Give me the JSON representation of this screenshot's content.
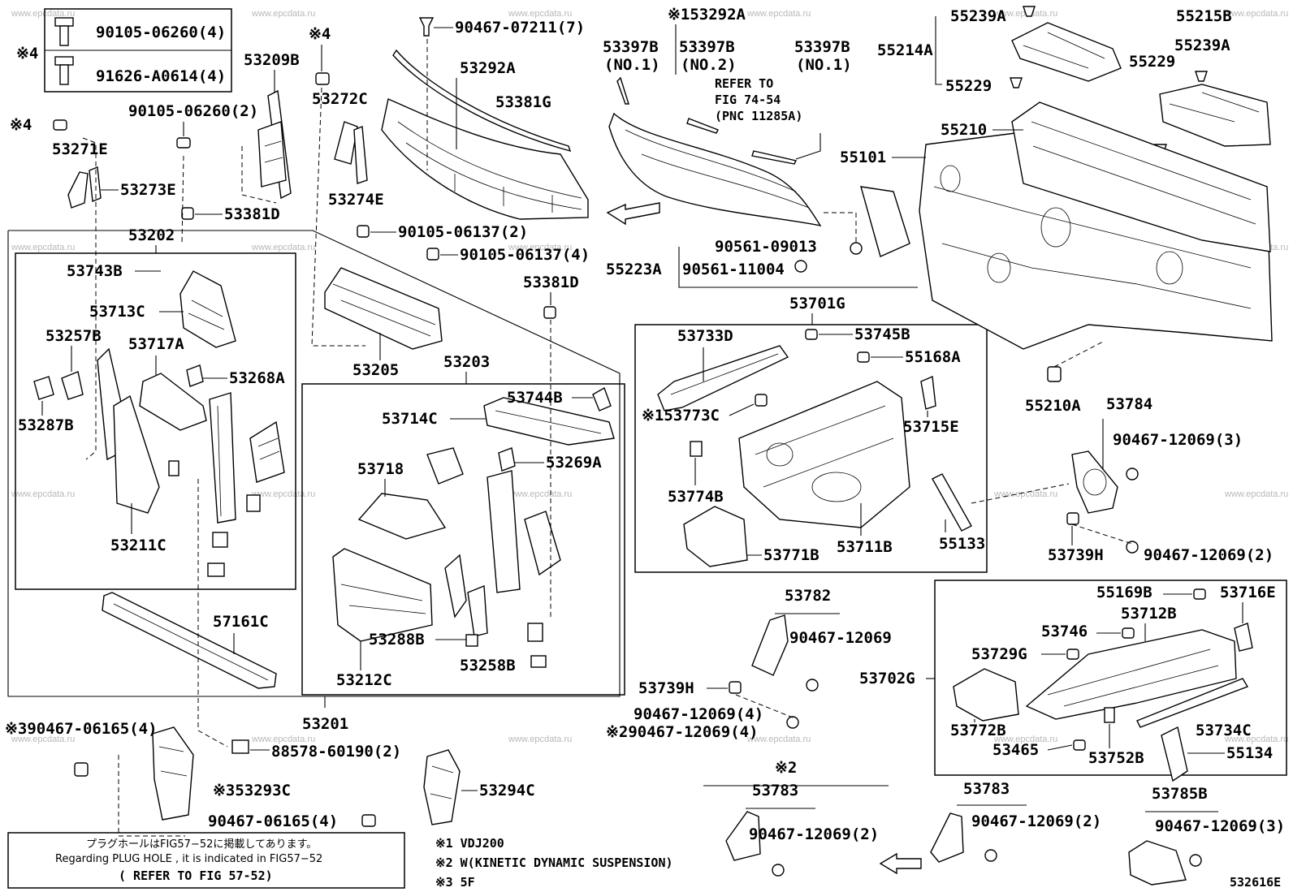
{
  "watermark": "www.epcdata.ru",
  "diagram_code": "532616E",
  "notes": {
    "line1": "プラグホールはFIG57−52に掲載してあります。",
    "line2": "Regarding PLUG HOLE , it is indicated in FIG57−52",
    "line3": "( REFER TO FIG 57-52)"
  },
  "footnotes": {
    "n1": "※1 VDJ200",
    "n2": "※2 W(KINETIC DYNAMIC SUSPENSION)",
    "n3": "※3 5F"
  },
  "legend": {
    "mark": "※4",
    "row1": "90105-06260(4)",
    "row2": "91626-A0614(4)"
  },
  "refer": {
    "line1": "REFER TO",
    "line2": "FIG 74-54",
    "line3": "(PNC 11285A)"
  },
  "labels": {
    "p53209B": "53209B",
    "p4a": "※4",
    "p90105_06260_2": "90105-06260(2)",
    "p4b": "※4",
    "p53271E": "53271E",
    "p53273E": "53273E",
    "p53381D_a": "53381D",
    "p53272C": "53272C",
    "p53274E": "53274E",
    "p90467_07211": "90467-07211(7)",
    "p53292A": "53292A",
    "p53381G": "53381G",
    "p153292A": "※153292A",
    "p53397B_1": "53397B",
    "p53397B_1n": "(NO.1)",
    "p53397B_2": "53397B",
    "p53397B_2n": "(NO.2)",
    "p53397B_3": "53397B",
    "p53397B_3n": "(NO.1)",
    "p55239A_a": "55239A",
    "p55214A": "55214A",
    "p55229_a": "55229",
    "p55215B": "55215B",
    "p55239A_b": "55239A",
    "p55229_b": "55229",
    "p55210": "55210",
    "p55101": "55101",
    "p90561_09013": "90561-09013",
    "p55223A": "55223A",
    "p90561_11004": "90561-11004",
    "p90105_06137_2": "90105-06137(2)",
    "p90105_06137_4": "90105-06137(4)",
    "p53202": "53202",
    "p53743B": "53743B",
    "p53713C": "53713C",
    "p53257B": "53257B",
    "p53717A": "53717A",
    "p53268A": "53268A",
    "p53287B": "53287B",
    "p53211C": "53211C",
    "p53205": "53205",
    "p53203": "53203",
    "p53381D_b": "53381D",
    "p53744B": "53744B",
    "p53714C": "53714C",
    "p53718": "53718",
    "p53269A": "53269A",
    "p53288B": "53288B",
    "p53258B": "53258B",
    "p53212C": "53212C",
    "p53701G": "53701G",
    "p53733D": "53733D",
    "p53745B": "53745B",
    "p55168A": "55168A",
    "p153773C": "※153773C",
    "p53715E": "53715E",
    "p53774B": "53774B",
    "p53771B": "53771B",
    "p53711B": "53711B",
    "p55133": "55133",
    "p55210A": "55210A",
    "p53784": "53784",
    "p90467_12069_3a": "90467-12069(3)",
    "p53739H_a": "53739H",
    "p90467_12069_2a": "90467-12069(2)",
    "p57161C": "57161C",
    "p53201": "53201",
    "p53782": "53782",
    "p90467_12069": "90467-12069",
    "p53739H_b": "53739H",
    "p90467_12069_4a": "90467-12069(4)",
    "p290467_12069_4": "※290467-12069(4)",
    "p390467_06165_4": "※390467-06165(4)",
    "p88578_60190": "88578-60190(2)",
    "p353293C": "※353293C",
    "p53294C": "53294C",
    "p90467_06165_4": "90467-06165(4)",
    "p55169B": "55169B",
    "p53716E": "53716E",
    "p53712B": "53712B",
    "p53746": "53746",
    "p53729G": "53729G",
    "p53702G": "53702G",
    "p53772B": "53772B",
    "p53465": "53465",
    "p53752B": "53752B",
    "p53734C": "53734C",
    "p55134": "55134",
    "p2": "※2",
    "p53783_a": "53783",
    "p90467_12069_2b": "90467-12069(2)",
    "p53783_b": "53783",
    "p90467_12069_2c": "90467-12069(2)",
    "p53785B": "53785B",
    "p90467_12069_3b": "90467-12069(3)"
  }
}
